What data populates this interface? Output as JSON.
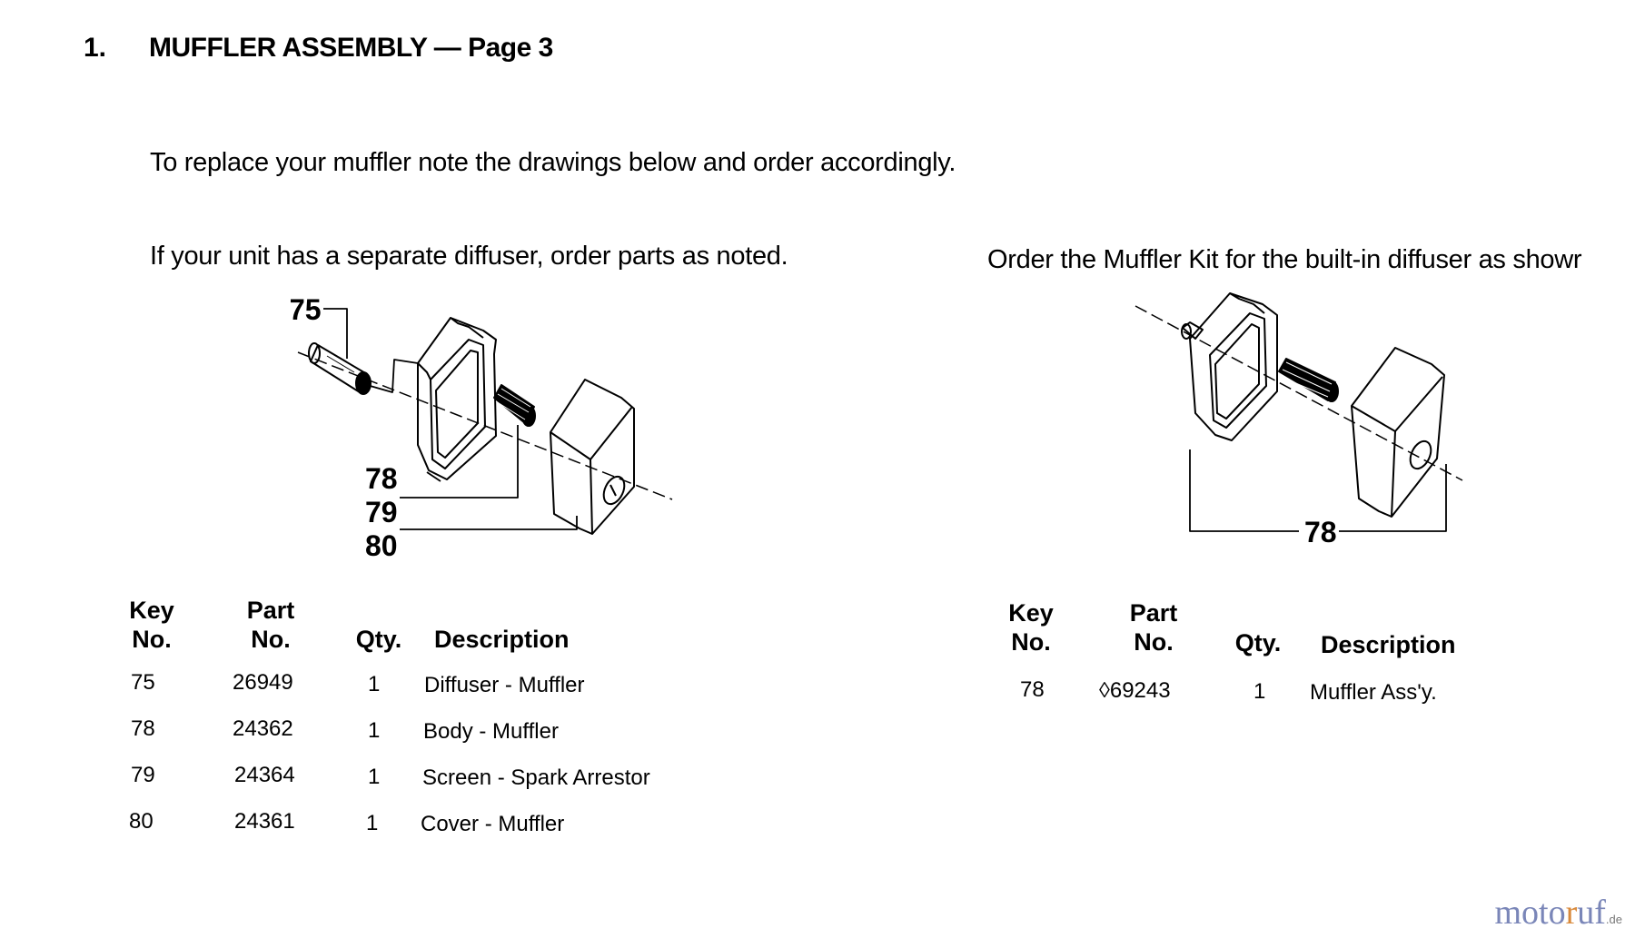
{
  "page": {
    "section_number": "1.",
    "title": "MUFFLER ASSEMBLY — Page 3",
    "intro": "To replace your muffler note the drawings below and order accordingly.",
    "left_caption": "If your unit has a separate diffuser, order parts as noted.",
    "right_caption": "Order the Muffler Kit for the built-in diffuser as showr"
  },
  "left_drawing": {
    "callouts": [
      "75",
      "78",
      "79",
      "80"
    ]
  },
  "right_drawing": {
    "callouts": [
      "78"
    ]
  },
  "table_headers": {
    "key_1": "Key",
    "key_2": "No.",
    "part_1": "Part",
    "part_2": "No.",
    "qty": "Qty.",
    "desc": "Description"
  },
  "left_table": [
    {
      "key": "75",
      "part": "26949",
      "qty": "1",
      "desc": "Diffuser - Muffler"
    },
    {
      "key": "78",
      "part": "24362",
      "qty": "1",
      "desc": "Body - Muffler"
    },
    {
      "key": "79",
      "part": "24364",
      "qty": "1",
      "desc": "Screen - Spark Arrestor"
    },
    {
      "key": "80",
      "part": "24361",
      "qty": "1",
      "desc": "Cover - Muffler"
    }
  ],
  "right_table": [
    {
      "key": "78",
      "part": "◊69243",
      "qty": "1",
      "desc": "Muffler Ass'y."
    }
  ],
  "watermark": {
    "part1": "moto",
    "part2": "r",
    "part3": "uf",
    "suffix": ".de"
  }
}
